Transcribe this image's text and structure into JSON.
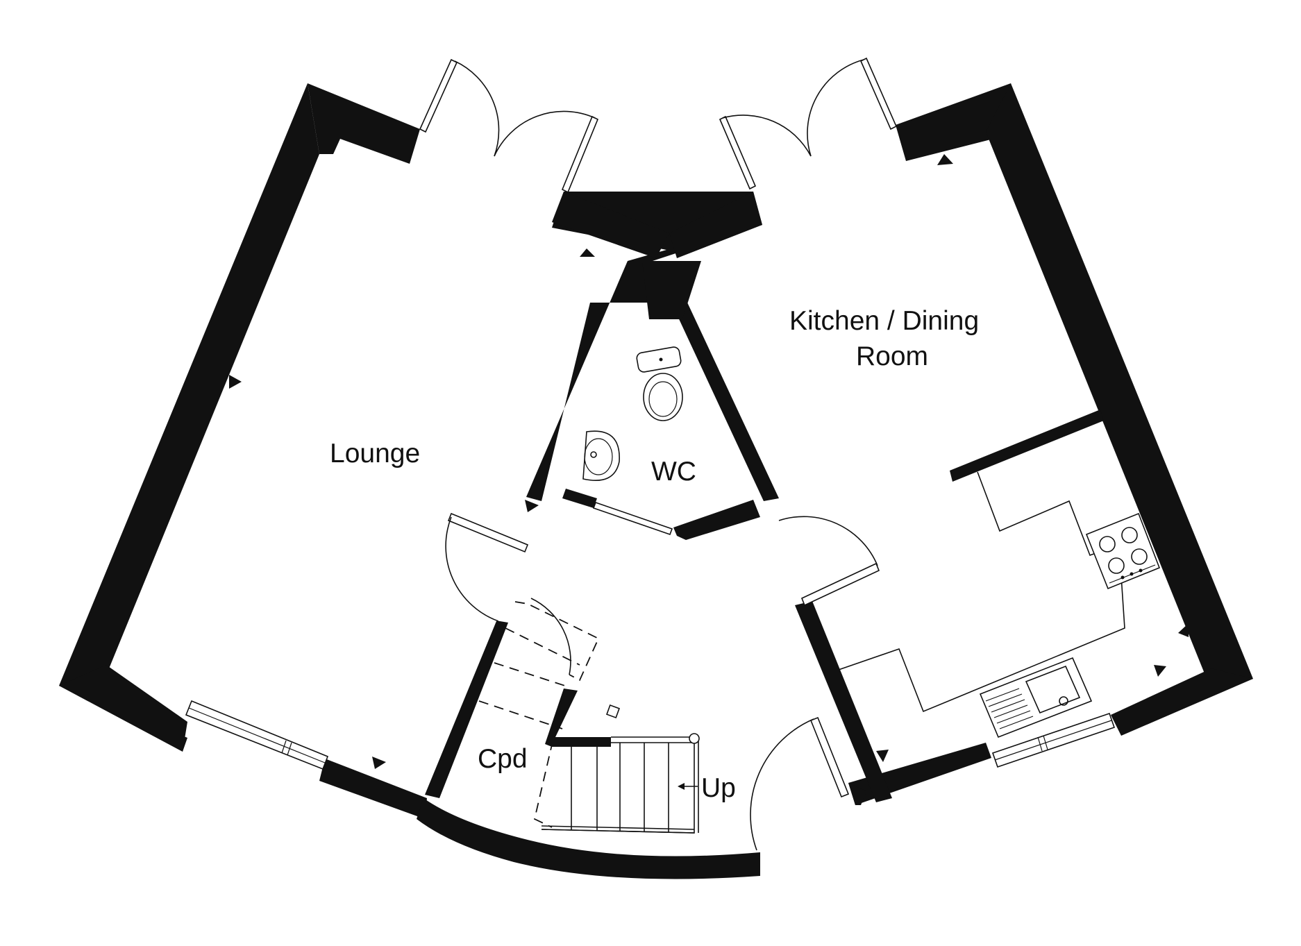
{
  "rooms": {
    "lounge": "Lounge",
    "kitchen_line1": "Kitchen / Dining",
    "kitchen_line2": "Room",
    "wc": "WC",
    "cupboard": "Cpd"
  },
  "stairs": {
    "direction_label": "Up"
  },
  "colors": {
    "wall": "#111111",
    "background": "#ffffff"
  }
}
